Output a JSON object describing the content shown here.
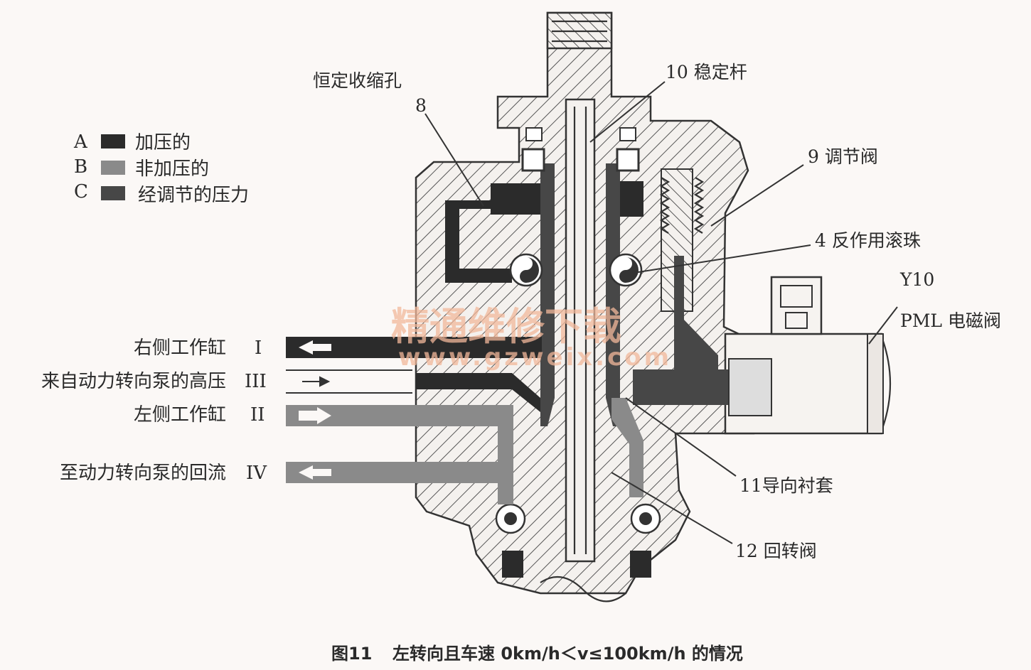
{
  "legend": [
    {
      "letter": "A",
      "label": "加压的",
      "color": "#2b2b2b"
    },
    {
      "letter": "B",
      "label": "非加压的",
      "color": "#8a8a8a"
    },
    {
      "letter": "C",
      "label": "经调节的压力",
      "color": "#474747"
    }
  ],
  "callouts": {
    "orifice_title": "恒定收缩孔",
    "orifice_num": "8",
    "stabilizer": "10 稳定杆",
    "regulating_valve": "9 调节阀",
    "reaction_ball": "4 反作用滚珠",
    "solenoid_code": "Y10",
    "solenoid_name": "PML 电磁阀",
    "guide_sleeve": "11导向衬套",
    "rotary_valve": "12 回转阀"
  },
  "ports": [
    {
      "name": "右侧工作缸",
      "numeral": "I"
    },
    {
      "name": "来自动力转向泵的高压",
      "numeral": "III"
    },
    {
      "name": "左侧工作缸",
      "numeral": "II"
    },
    {
      "name": "至动力转向泵的回流",
      "numeral": "IV"
    }
  ],
  "caption": {
    "fig": "图11",
    "text": "左转向且车速 0km/h＜v≤100km/h 的情况"
  },
  "watermark": {
    "cn": "精通维修下载",
    "url": "www.gzweix.com"
  }
}
